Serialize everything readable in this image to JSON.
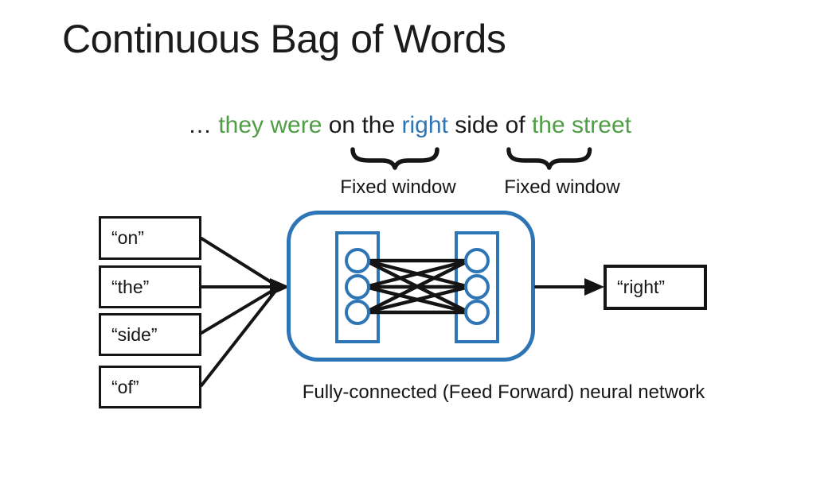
{
  "slide": {
    "title": "Continuous Bag of Words",
    "sentence": {
      "segments": [
        {
          "text": "… ",
          "color": "#1a1a1a"
        },
        {
          "text": "they were ",
          "color": "#4f9d45"
        },
        {
          "text": "on the ",
          "color": "#1a1a1a"
        },
        {
          "text": "right ",
          "color": "#2e75b6"
        },
        {
          "text": "side of ",
          "color": "#1a1a1a"
        },
        {
          "text": "the street",
          "color": "#4f9d45"
        }
      ]
    },
    "annotations": {
      "left_window_label": "Fixed window",
      "right_window_label": "Fixed window"
    },
    "input_boxes": [
      "“on”",
      "“the”",
      "“side”",
      "“of”"
    ],
    "output_box": "“right”",
    "caption": "Fully-connected (Feed Forward) neural network",
    "colors": {
      "ink": "#1a1a1a",
      "green": "#4f9d45",
      "blue": "#2e75b6"
    }
  }
}
